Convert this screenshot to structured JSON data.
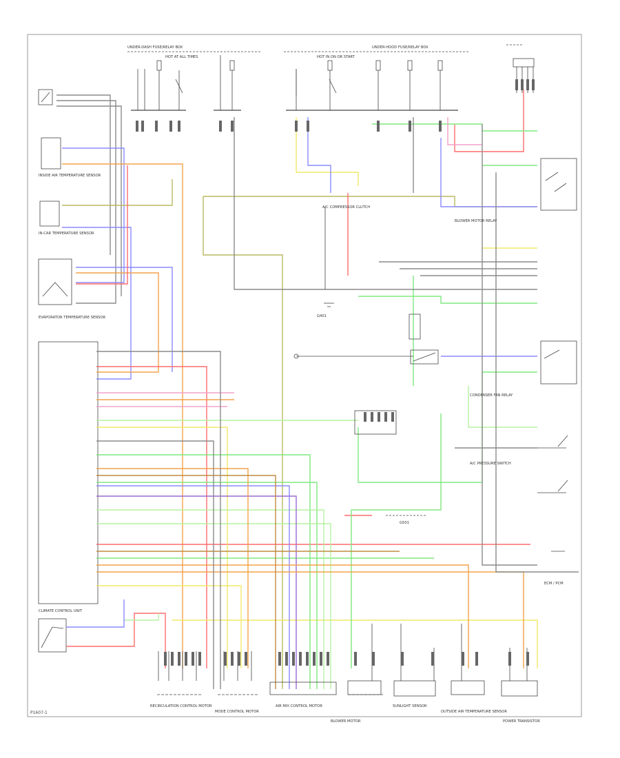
{
  "diagram": {
    "colors": {
      "red": "#ff6b6b",
      "blue": "#8a8aff",
      "green": "#7ee87e",
      "yellow": "#f2e86a",
      "orange": "#f2a24a",
      "gray": "#8a8a8a",
      "olive": "#b8b860",
      "lightgreen": "#b5f2a0",
      "purple": "#9a6ad0",
      "brown": "#c08a40",
      "pink": "#f2a0c8",
      "line": "#444444"
    },
    "labels": {
      "control_unit": "CLIMATE CONTROL UNIT",
      "inside_sensor": "INSIDE AIR TEMPERATURE SENSOR",
      "in_car_sensor": "IN-CAR TEMPERATURE SENSOR",
      "evaporator_sensor": "EVAPORATOR TEMPERATURE SENSOR",
      "recirc_motor": "RECIRCULATION CONTROL MOTOR",
      "mode_motor": "MODE CONTROL MOTOR",
      "air_mix_motor": "AIR MIX CONTROL MOTOR",
      "sunlight_sensor": "SUNLIGHT SENSOR",
      "outside_sensor": "OUTSIDE AIR TEMPERATURE SENSOR",
      "blower_motor": "BLOWER MOTOR",
      "power_transistor": "POWER TRANSISTOR",
      "blower_relay": "BLOWER MOTOR RELAY",
      "compressor_clutch": "A/C COMPRESSOR CLUTCH",
      "condenser_fan_relay": "CONDENSER FAN RELAY",
      "ac_pressure_switch": "A/C PRESSURE SWITCH",
      "fuse_box": "UNDER-DASH FUSE/RELAY BOX",
      "underhood_fuse_box": "UNDER-HOOD FUSE/RELAY BOX",
      "hot_at_all_times": "HOT AT ALL TIMES",
      "hot_in_on": "HOT IN ON OR START",
      "ecm": "ECM / PCM",
      "g401": "G401",
      "g501": "G501"
    },
    "footer_code": "P1607-1"
  }
}
